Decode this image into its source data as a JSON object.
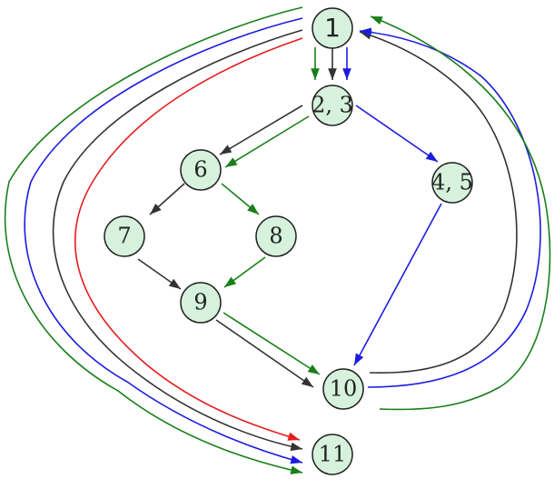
{
  "diagram": {
    "type": "control-flow-graph",
    "colors": {
      "node_fill": "#d6f2dc",
      "node_stroke": "#222222",
      "black": "#333333",
      "green": "#1a7f1a",
      "blue": "#1c1ce0",
      "red": "#e51c1c"
    },
    "nodes": [
      {
        "id": "n1",
        "label": "1"
      },
      {
        "id": "n23",
        "label": "2, 3"
      },
      {
        "id": "n45",
        "label": "4, 5"
      },
      {
        "id": "n6",
        "label": "6"
      },
      {
        "id": "n7",
        "label": "7"
      },
      {
        "id": "n8",
        "label": "8"
      },
      {
        "id": "n9",
        "label": "9"
      },
      {
        "id": "n10",
        "label": "10"
      },
      {
        "id": "n11",
        "label": "11"
      }
    ],
    "edges": [
      {
        "from": "1",
        "to": "2, 3",
        "color": "green"
      },
      {
        "from": "1",
        "to": "2, 3",
        "color": "black"
      },
      {
        "from": "1",
        "to": "2, 3",
        "color": "blue"
      },
      {
        "from": "2, 3",
        "to": "6",
        "color": "black"
      },
      {
        "from": "2, 3",
        "to": "6",
        "color": "green"
      },
      {
        "from": "2, 3",
        "to": "4, 5",
        "color": "blue"
      },
      {
        "from": "6",
        "to": "7",
        "color": "black"
      },
      {
        "from": "6",
        "to": "8",
        "color": "green"
      },
      {
        "from": "7",
        "to": "9",
        "color": "black"
      },
      {
        "from": "8",
        "to": "9",
        "color": "green"
      },
      {
        "from": "9",
        "to": "10",
        "color": "black"
      },
      {
        "from": "9",
        "to": "10",
        "color": "green"
      },
      {
        "from": "4, 5",
        "to": "10",
        "color": "blue"
      },
      {
        "from": "10",
        "to": "1",
        "color": "black"
      },
      {
        "from": "10",
        "to": "1",
        "color": "blue"
      },
      {
        "from": "10",
        "to": "1",
        "color": "green"
      },
      {
        "from": "1",
        "to": "11",
        "color": "red"
      },
      {
        "from": "1",
        "to": "11",
        "color": "black"
      },
      {
        "from": "1",
        "to": "11",
        "color": "blue"
      },
      {
        "from": "1",
        "to": "11",
        "color": "green"
      }
    ]
  }
}
